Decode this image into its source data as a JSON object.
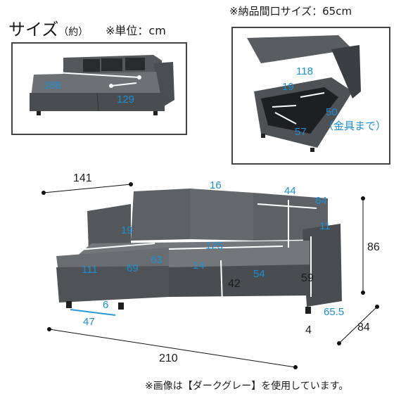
{
  "header": {
    "title": "サイズ",
    "title_note": "（約）",
    "unit": "※単位：cm",
    "delivery_opening": "※納品間口サイズ：65cm"
  },
  "bed_panel": {
    "length": "188",
    "width": "129"
  },
  "storage_panel": {
    "lid_depth": "118",
    "lid_height": "19",
    "inner_length": "50",
    "inner_length_note": "（金具まで）",
    "inner_width": "57"
  },
  "main": {
    "chaise_width": "141",
    "cushion_thickness": "16",
    "back_cushion_width": "44",
    "back_cushion_height": "64",
    "armrest_width": "11",
    "armrest_height": "19",
    "seat_width": "125",
    "chaise_depth": "111",
    "chaise_seat_depth": "69",
    "chaise_seat_width": "63",
    "seat_cushion_thickness": "14",
    "seat_depth": "54",
    "seat_height": "42",
    "arm_height": "59",
    "total_height": "86",
    "leg_height": "6",
    "leg_pitch": "47",
    "under_clearance": "65.5",
    "leg_clearance": "4",
    "total_depth": "84",
    "total_width": "210"
  },
  "footer": {
    "note": "※画像は【ダークグレー】を使用しています。"
  }
}
